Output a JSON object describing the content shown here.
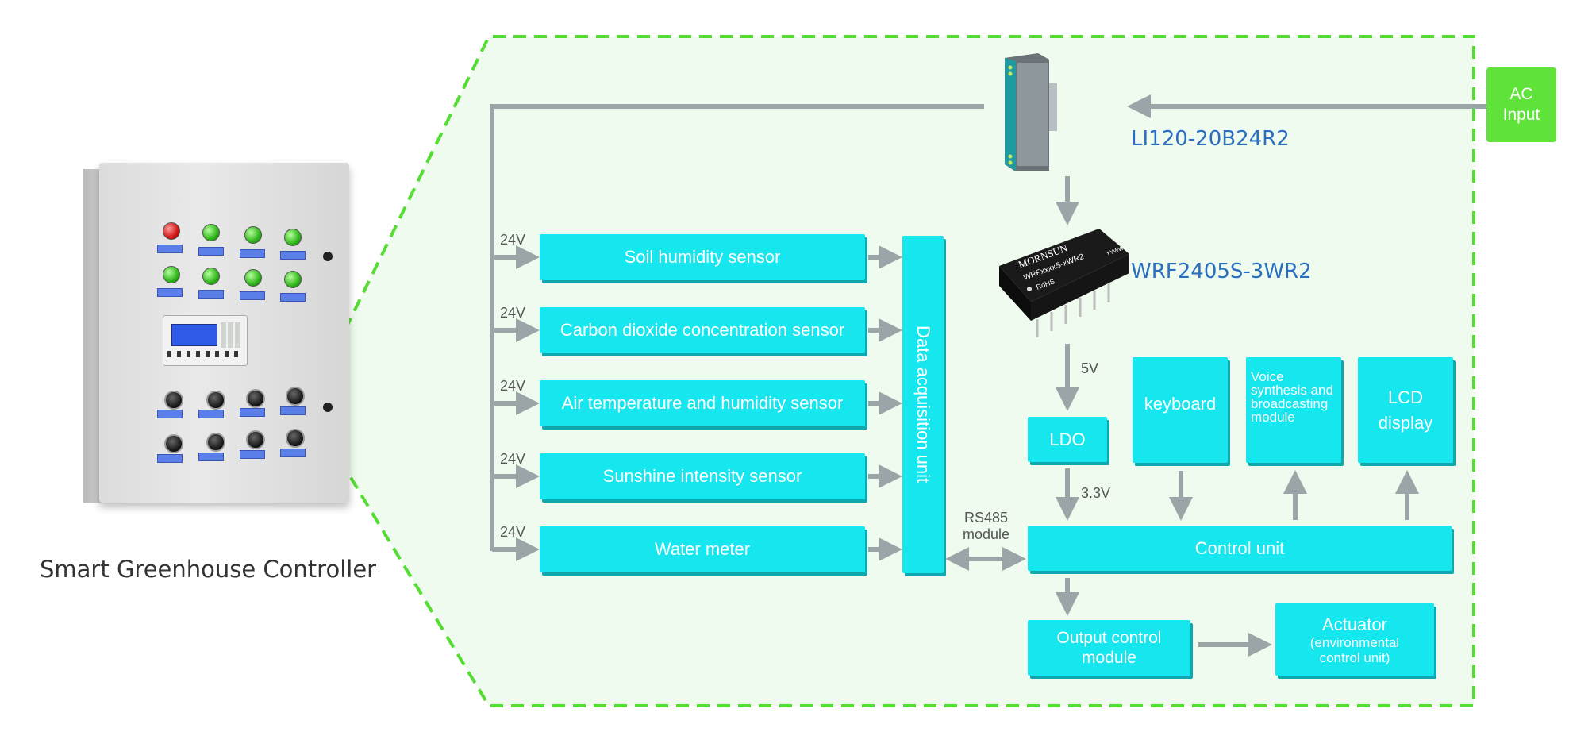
{
  "caption": "Smart Greenhouse Controller",
  "ac_input": {
    "line1": "AC",
    "line2": "Input"
  },
  "parts": {
    "psu": "LI120-20B24R2",
    "dcdc": "WRF2405S-3WR2",
    "dcdc_brand": "MORNSUN",
    "dcdc_model": "WRFxxxxS-xWR2",
    "dcdc_rohs": "RoHS",
    "dcdc_date": "YYWW"
  },
  "sensors": [
    "Soil humidity sensor",
    "Carbon dioxide concentration sensor",
    "Air temperature and humidity sensor",
    "Sunshine intensity sensor",
    "Water meter"
  ],
  "voltages": {
    "supply": "24V",
    "five": "5V",
    "three": "3.3V"
  },
  "blocks": {
    "data_acquisition": "Data acquisition unit",
    "rs485_line1": "RS485",
    "rs485_line2": "module",
    "ldo": "LDO",
    "keyboard": "keyboard",
    "voice": "Voice synthesis and broadcasting module",
    "lcd": "LCD display",
    "control_unit": "Control unit",
    "output_control": "Output control module",
    "actuator_title": "Actuator",
    "actuator_sub": "(environmental control unit)"
  },
  "colors": {
    "block": "#16e6ee",
    "panel_bg": "#eefbee",
    "panel_border": "#55dd33",
    "arrow": "#9aa5a8",
    "ac_input": "#5fe23a",
    "part_label": "#2a6ec0"
  }
}
